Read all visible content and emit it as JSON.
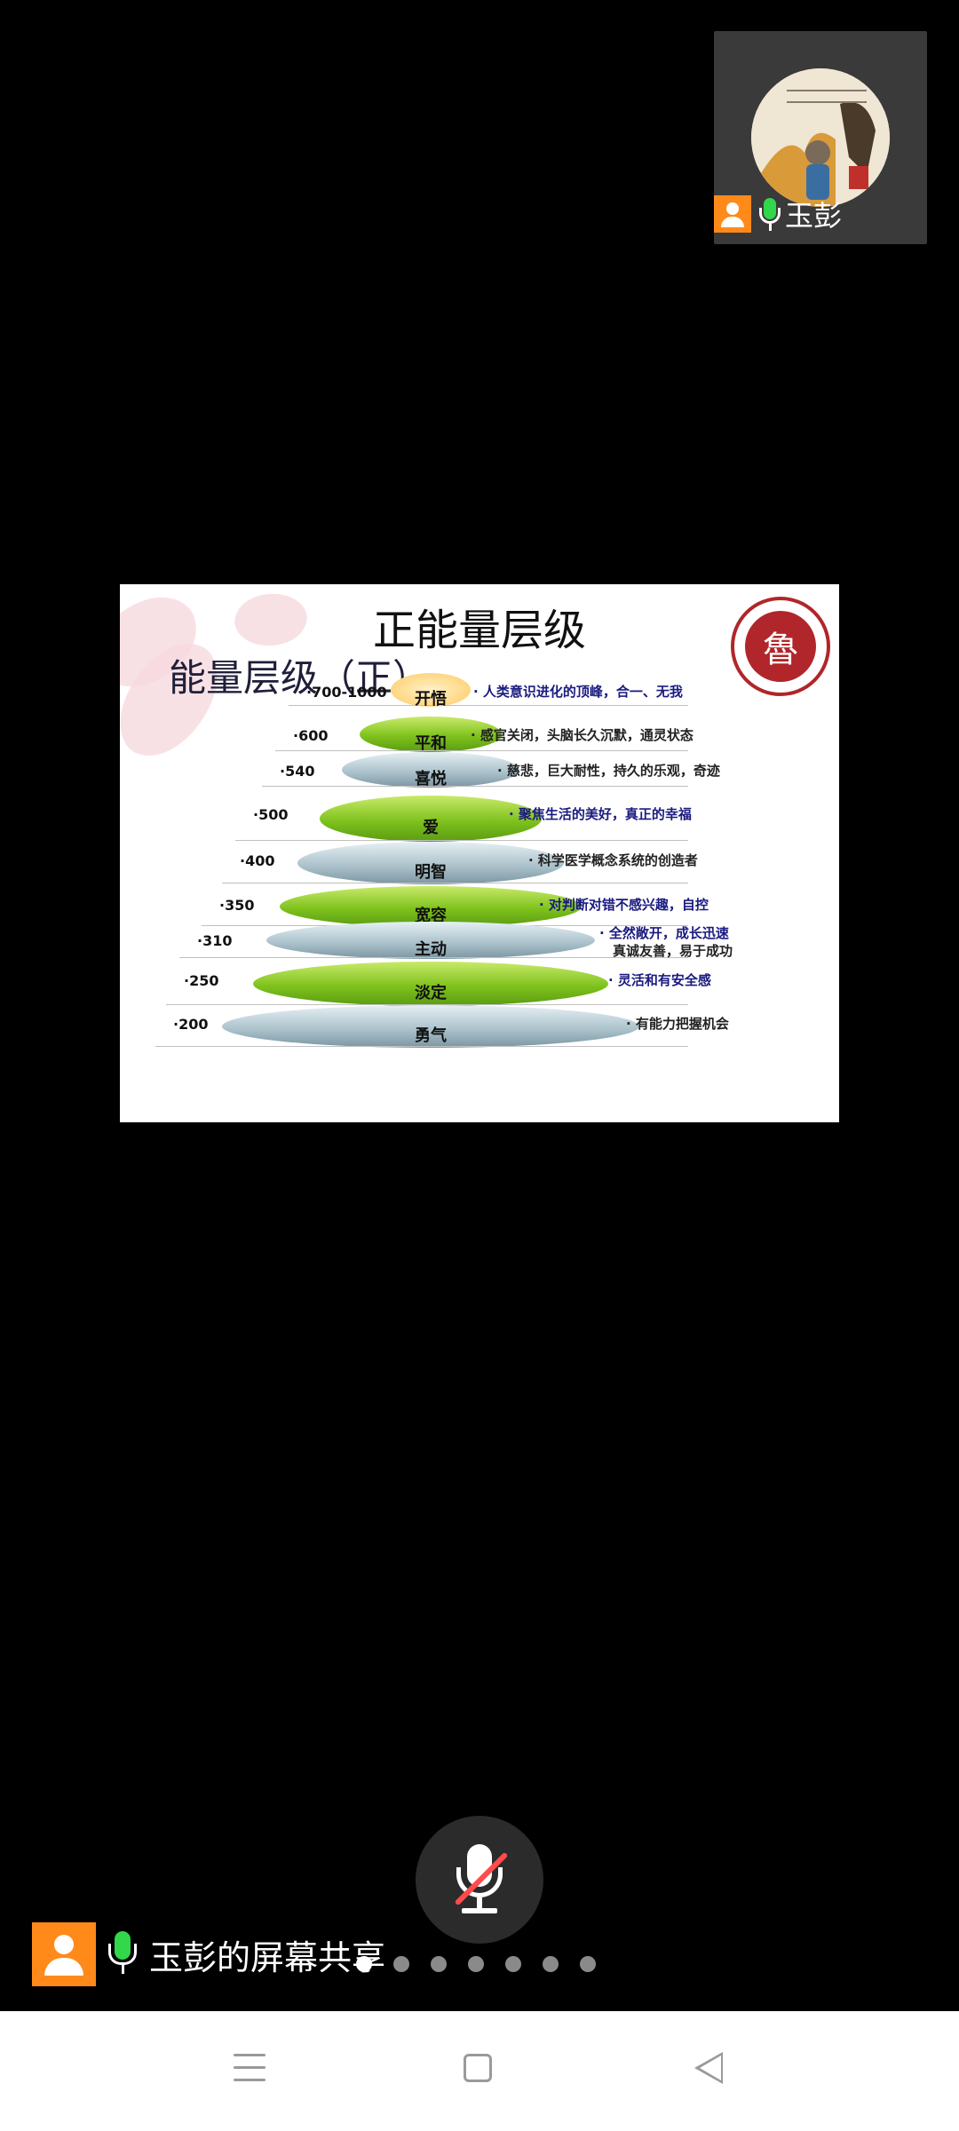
{
  "participant": {
    "name": "玉彭"
  },
  "slide": {
    "title": "正能量层级",
    "subtitle": "能量层级（正）",
    "seal_char": "魯",
    "levels": [
      {
        "label": "开悟",
        "value": "·700-1000",
        "desc": "· 人类意识进化的顶峰，合一、无我"
      },
      {
        "label": "平和",
        "value": "·600",
        "desc": "· 感官关闭，头脑长久沉默，通灵状态"
      },
      {
        "label": "喜悦",
        "value": "·540",
        "desc": "· 慈悲，巨大耐性，持久的乐观，奇迹"
      },
      {
        "label": "爱",
        "value": "·500",
        "desc": "· 聚焦生活的美好，真正的幸福"
      },
      {
        "label": "明智",
        "value": "·400",
        "desc": "· 科学医学概念系统的创造者"
      },
      {
        "label": "宽容",
        "value": "·350",
        "desc": "· 对判断对错不感兴趣，自控"
      },
      {
        "label": "主动",
        "value": "·310",
        "desc": "· 全然敞开，成长迅速",
        "desc2": "真诚友善，易于成功"
      },
      {
        "label": "淡定",
        "value": "·250",
        "desc": "· 灵活和有安全感"
      },
      {
        "label": "勇气",
        "value": "·200",
        "desc": "· 有能力把握机会"
      }
    ]
  },
  "share": {
    "label": "玉彭的屏幕共享"
  },
  "pager": {
    "count": 7,
    "active": 0
  },
  "colors": {
    "accent_orange": "#ff8a1a",
    "mic_green": "#32d74b",
    "mute_red": "#ff4b4b"
  }
}
